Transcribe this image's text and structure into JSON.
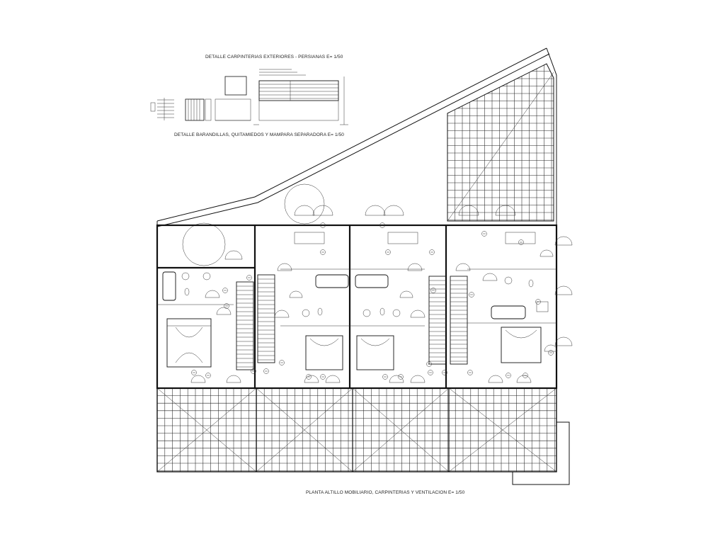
{
  "drawing": {
    "title_carpinterias": "DETALLE CARPINTERIAS EXTERIORES - PERSIANAS   E= 1/50",
    "title_barandillas": "DETALLE BARANDILLAS, QUITAMIEDOS Y MAMPARA SEPARADORA   E= 1/50",
    "title_planta": "PLANTA ALTILLO MOBILIARIO, CARPINTERIAS Y VENTILACION   E= 1/50"
  },
  "colors": {
    "background": "#ffffff",
    "ink": "#111111"
  },
  "icons": [
    "door-swing-icon",
    "bathtub-icon",
    "washbasin-icon",
    "toilet-icon",
    "double-bed-icon",
    "staircase-icon",
    "tree-icon",
    "vent-marker-icon"
  ]
}
